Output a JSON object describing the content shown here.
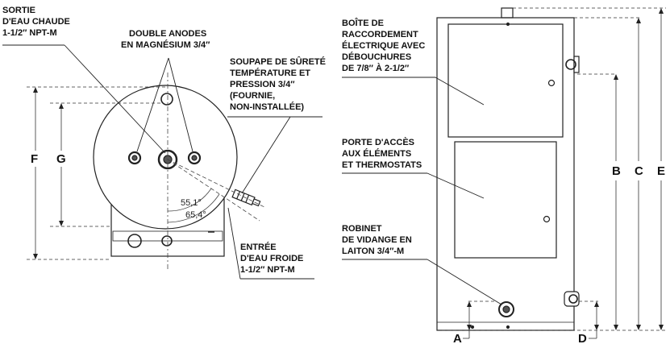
{
  "labels": {
    "hot_outlet": [
      "SORTIE",
      "D'EAU CHAUDE",
      "1-1/2″ NPT-M"
    ],
    "anodes": [
      "DOUBLE ANODES",
      "EN MAGNÉSIUM 3/4″"
    ],
    "relief_valve": [
      "SOUPAPE DE SÛRETÉ",
      "TEMPÉRATURE ET",
      "PRESSION 3/4″",
      "(FOURNIE,",
      "NON-INSTALLÉE)"
    ],
    "cold_inlet": [
      "ENTRÉE",
      "D'EAU FROIDE",
      "1-1/2″ NPT-M"
    ],
    "junction_box": [
      "BOÎTE DE",
      "RACCORDEMENT",
      "ÉLECTRIQUE AVEC",
      "DÉBOUCHURES",
      "DE 7/8″ À 2-1/2″"
    ],
    "access_door": [
      "PORTE D'ACCÈS",
      "AUX ÉLÉMENTS",
      "ET THERMOSTATS"
    ],
    "drain_valve": [
      "ROBINET",
      "DE VIDANGE EN",
      "LAITON 3/4″-M"
    ]
  },
  "angles": {
    "a1": "55,1°",
    "a2": "65,4°"
  },
  "dimensions": {
    "A": "A",
    "B": "B",
    "C": "C",
    "D": "D",
    "E": "E",
    "F": "F",
    "G": "G"
  }
}
